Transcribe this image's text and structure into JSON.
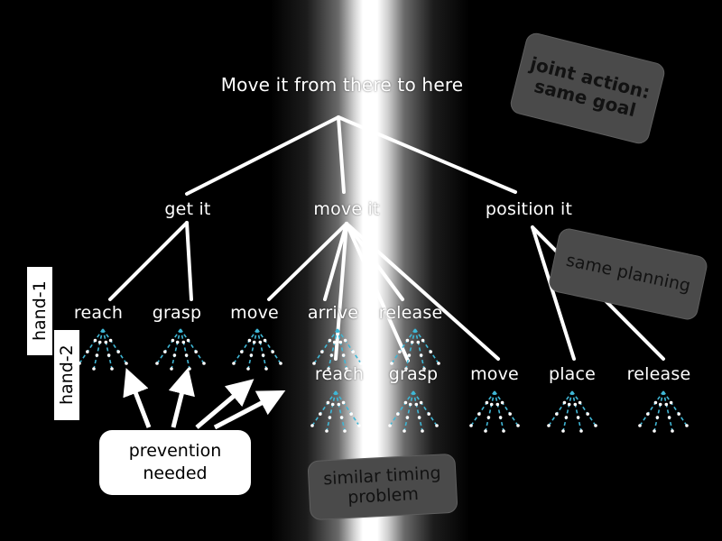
{
  "title": "Move it from there to here",
  "level2": {
    "get_it": "get it",
    "move_it": "move it",
    "position_it": "position it"
  },
  "hand1_actions": [
    "reach",
    "grasp",
    "move",
    "arrive",
    "release"
  ],
  "hand2_actions": [
    "reach",
    "grasp",
    "move",
    "place",
    "release"
  ],
  "side_labels": {
    "hand1": "hand-1",
    "hand2": "hand-2"
  },
  "callouts": {
    "joint_action": "joint action: same goal",
    "same_planning": "same planning",
    "similar_timing": "similar timing problem"
  },
  "prevention": "prevention needed",
  "colors": {
    "background": "#000000",
    "callout": "#4a4a4a",
    "line": "#ffffff",
    "dotted_lines": "#3fb7d6"
  }
}
